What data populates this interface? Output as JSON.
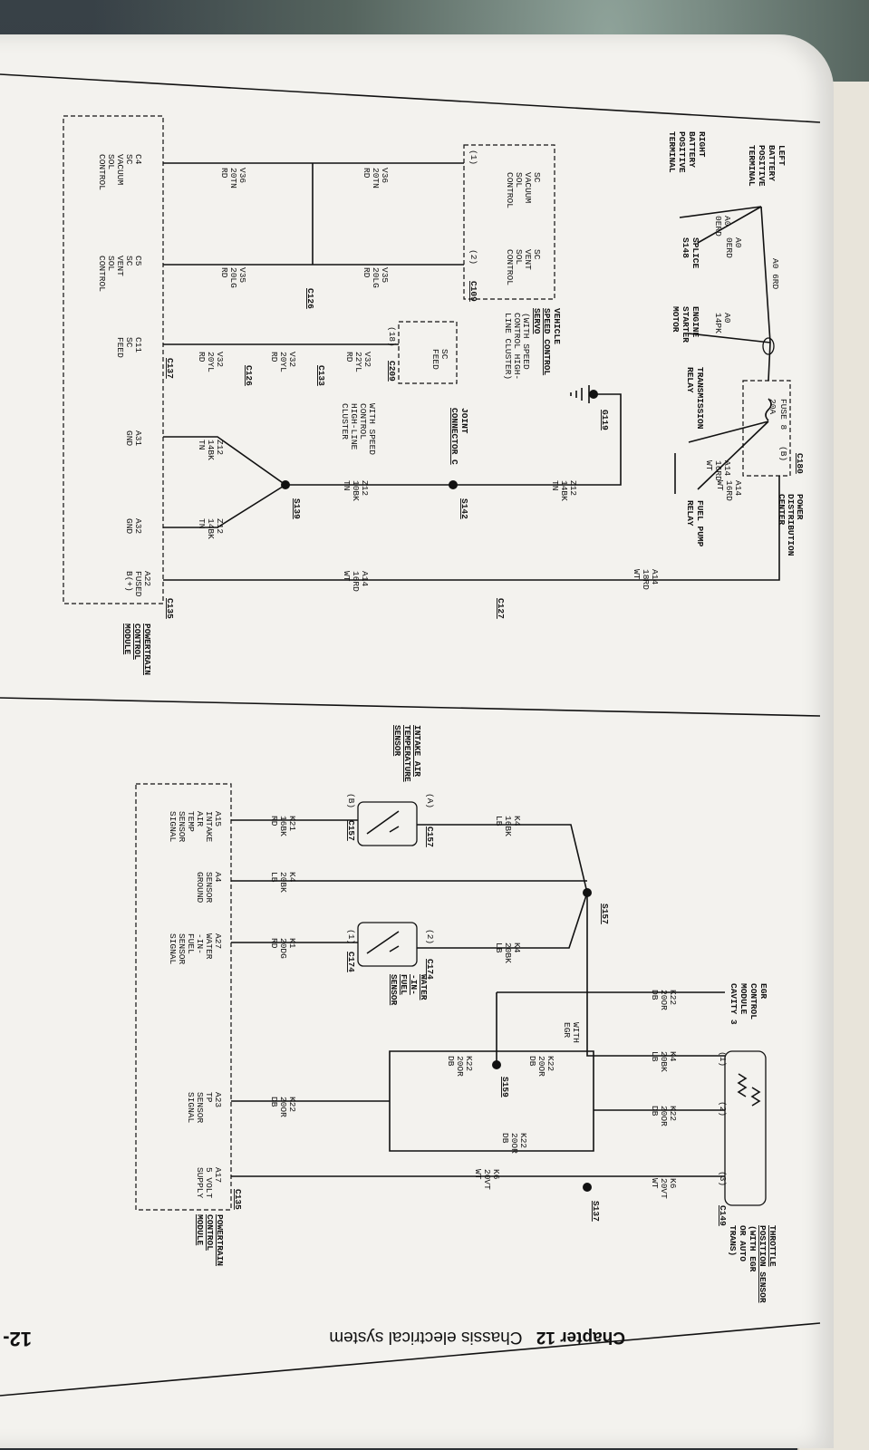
{
  "footer": {
    "chapter": "Chapter 12",
    "title": "Chassis electrical system",
    "page_no": "12-"
  },
  "top": {
    "left_battery": [
      "LEFT",
      "BATTERY",
      "POSITIVE",
      "TERMINAL"
    ],
    "right_battery": [
      "RIGHT",
      "BATTERY",
      "POSITIVE",
      "TERMINAL"
    ],
    "w_a0_0erd_1": [
      "A0",
      "0ERD"
    ],
    "w_a0_0erd_2": [
      "A0",
      "0ERD"
    ],
    "splice_s148": [
      "SPLICE",
      "S148"
    ],
    "w_a0_6rd": "A0 6RD",
    "w_a0_14pk": [
      "A0",
      "14PK"
    ],
    "engine_starter": [
      "ENGINE",
      "STARTER",
      "MOTOR"
    ],
    "fuse": [
      "FUSE 8",
      "20A"
    ],
    "c180": "C180",
    "c180_pin": "(B)",
    "pdc": [
      "POWER",
      "DISTRIBUTION",
      "CENTER"
    ],
    "transmission_relay": [
      "TRANSMISSION",
      "RELAY"
    ],
    "w_a14_16grd": [
      "A14",
      "16RD",
      "WT"
    ],
    "w_a14_16rd": [
      "A14",
      "16RD",
      "WT"
    ],
    "fuel_pump_relay": [
      "FUEL PUMP",
      "RELAY"
    ],
    "w_a14_18rd": [
      "A14",
      "18RD",
      "WT"
    ],
    "g119": "G119",
    "w_z12_top": [
      "Z12",
      "14BK",
      "TN"
    ],
    "s142": "S142",
    "joint_connector": [
      "JOINT",
      "CONNECTOR C"
    ],
    "sc_feed": [
      "SC",
      "FEED"
    ],
    "c209": "C209",
    "c209_pin": "(18)",
    "with_speed": [
      "WITH SPEED",
      "CONTROL",
      "HIGH-LINE",
      "CLUSTER"
    ],
    "w_v32_22": [
      "V32",
      "22YL",
      "RD"
    ],
    "c133": "C133",
    "w_v32_20a": [
      "V32",
      "20YL",
      "RD"
    ],
    "c126_a": "C126",
    "w_v32_20b": [
      "V32",
      "20YL",
      "RD"
    ],
    "vsc_servo": [
      "VEHICLE",
      "SPEED CONTROL",
      "SERVO"
    ],
    "vsc_servo_note": [
      "(WITH SPEED",
      "CONTROL HIGH-",
      "LINE CLUSTER)"
    ],
    "sc_vacuum": [
      "SC",
      "VACUUM",
      "SOL",
      "CONTROL"
    ],
    "sc_vent": [
      "SC",
      "VENT",
      "SOL",
      "CONTROL"
    ],
    "pin1": "(1)",
    "pin2": "(2)",
    "c109": "C109",
    "w_v36_rd": [
      "V36",
      "20TN",
      "RD"
    ],
    "w_v35_rd": [
      "V35",
      "20LG",
      "RD"
    ],
    "c126_b": "C126",
    "w_v36_b": [
      "V36",
      "20TN",
      "RD"
    ],
    "w_v35_b": [
      "V35",
      "20LG",
      "RD"
    ],
    "pcm_c4": [
      "C4",
      "SC",
      "VACUUM",
      "SOL",
      "CONTROL"
    ],
    "pcm_c5": [
      "C5",
      "SC",
      "VENT",
      "SOL",
      "CONTROL"
    ],
    "pcm_c11": [
      "C11",
      "SC",
      "FEED"
    ],
    "c137": "C137",
    "w_z12_l1": [
      "Z12",
      "14BK",
      "TN"
    ],
    "w_z12_mid": [
      "Z12",
      "10BK",
      "TN"
    ],
    "s139": "S139",
    "w_z12_l2": [
      "Z12",
      "14BK",
      "TN"
    ],
    "pcm_a31": [
      "A31",
      "GND"
    ],
    "pcm_a32": [
      "A32",
      "GND"
    ],
    "pcm_a22": [
      "A22",
      "FUSED",
      "B(+)"
    ],
    "c127": "C127",
    "c135_a": "C135",
    "pcm_title_a": [
      "POWERTRAIN",
      "CONTROL",
      "MODULE"
    ]
  },
  "bottom": {
    "iat_sensor": [
      "INTAKE AIR",
      "TEMPERATURE",
      "SENSOR"
    ],
    "c157": "C157",
    "c157_b": "C157",
    "pin_a": "(A)",
    "pin_b": "(B)",
    "w_k4_16": [
      "K4",
      "16BK",
      "LB"
    ],
    "w_k21": [
      "K21",
      "16BK",
      "RD"
    ],
    "s157": "S157",
    "w_k4_20a": [
      "K4",
      "20BK",
      "LB"
    ],
    "w_k4_20b": [
      "K4",
      "20BK",
      "LB"
    ],
    "w_k1": [
      "K1",
      "20DG",
      "RD"
    ],
    "pin1": "(1)",
    "pin2": "(2)",
    "c174": "C174",
    "c174_b": "C174",
    "wif_sensor": [
      "WATER",
      "-IN-",
      "FUEL",
      "SENSOR"
    ],
    "egr": [
      "EGR",
      "CONTROL",
      "MODULE",
      "CAVITY 3"
    ],
    "w_k22_egr": [
      "K22",
      "20OR",
      "DB"
    ],
    "with_egr": [
      "WITH",
      "EGR"
    ],
    "w_k22_a": [
      "K22",
      "20OR",
      "DB"
    ],
    "w_k22_b": [
      "K22",
      "20OR",
      "DB"
    ],
    "s159": "S159",
    "w_k4_tps": [
      "K4",
      "20BK",
      "LB"
    ],
    "w_k22_tps": [
      "K22",
      "20OR",
      "DB"
    ],
    "w_k22_c": [
      "K22",
      "20OR",
      "DB"
    ],
    "w_k22_pcm": [
      "K22",
      "20OR",
      "DB"
    ],
    "w_k6_tps": [
      "K6",
      "20VT",
      "WT"
    ],
    "w_k6_pcm": [
      "K6",
      "20VT",
      "WT"
    ],
    "s137": "S137",
    "tps_pin1": "(1)",
    "tps_pin2": "(2)",
    "tps_pin3": "(3)",
    "c149": "C149",
    "tps": [
      "THROTTLE",
      "POSITION SENSOR",
      "(WITH EGR",
      "OR AUTO",
      "TRANS)"
    ],
    "pcm_a15": [
      "A15",
      "INTAKE",
      "AIR",
      "TEMP",
      "SENSOR",
      "SIGNAL"
    ],
    "pcm_a4": [
      "A4",
      "SENSOR",
      "GROUND"
    ],
    "pcm_a27": [
      "A27",
      "WATER",
      "-IN-",
      "FUEL",
      "SENSOR",
      "SIGNAL"
    ],
    "pcm_a23": [
      "A23",
      "TP",
      "SENSOR",
      "SIGNAL"
    ],
    "pcm_a17": [
      "A17",
      "5 VOLT",
      "SUPPLY"
    ],
    "c135_b": "C135",
    "pcm_title_b": [
      "POWERTRAIN",
      "CONTROL",
      "MODULE"
    ]
  }
}
